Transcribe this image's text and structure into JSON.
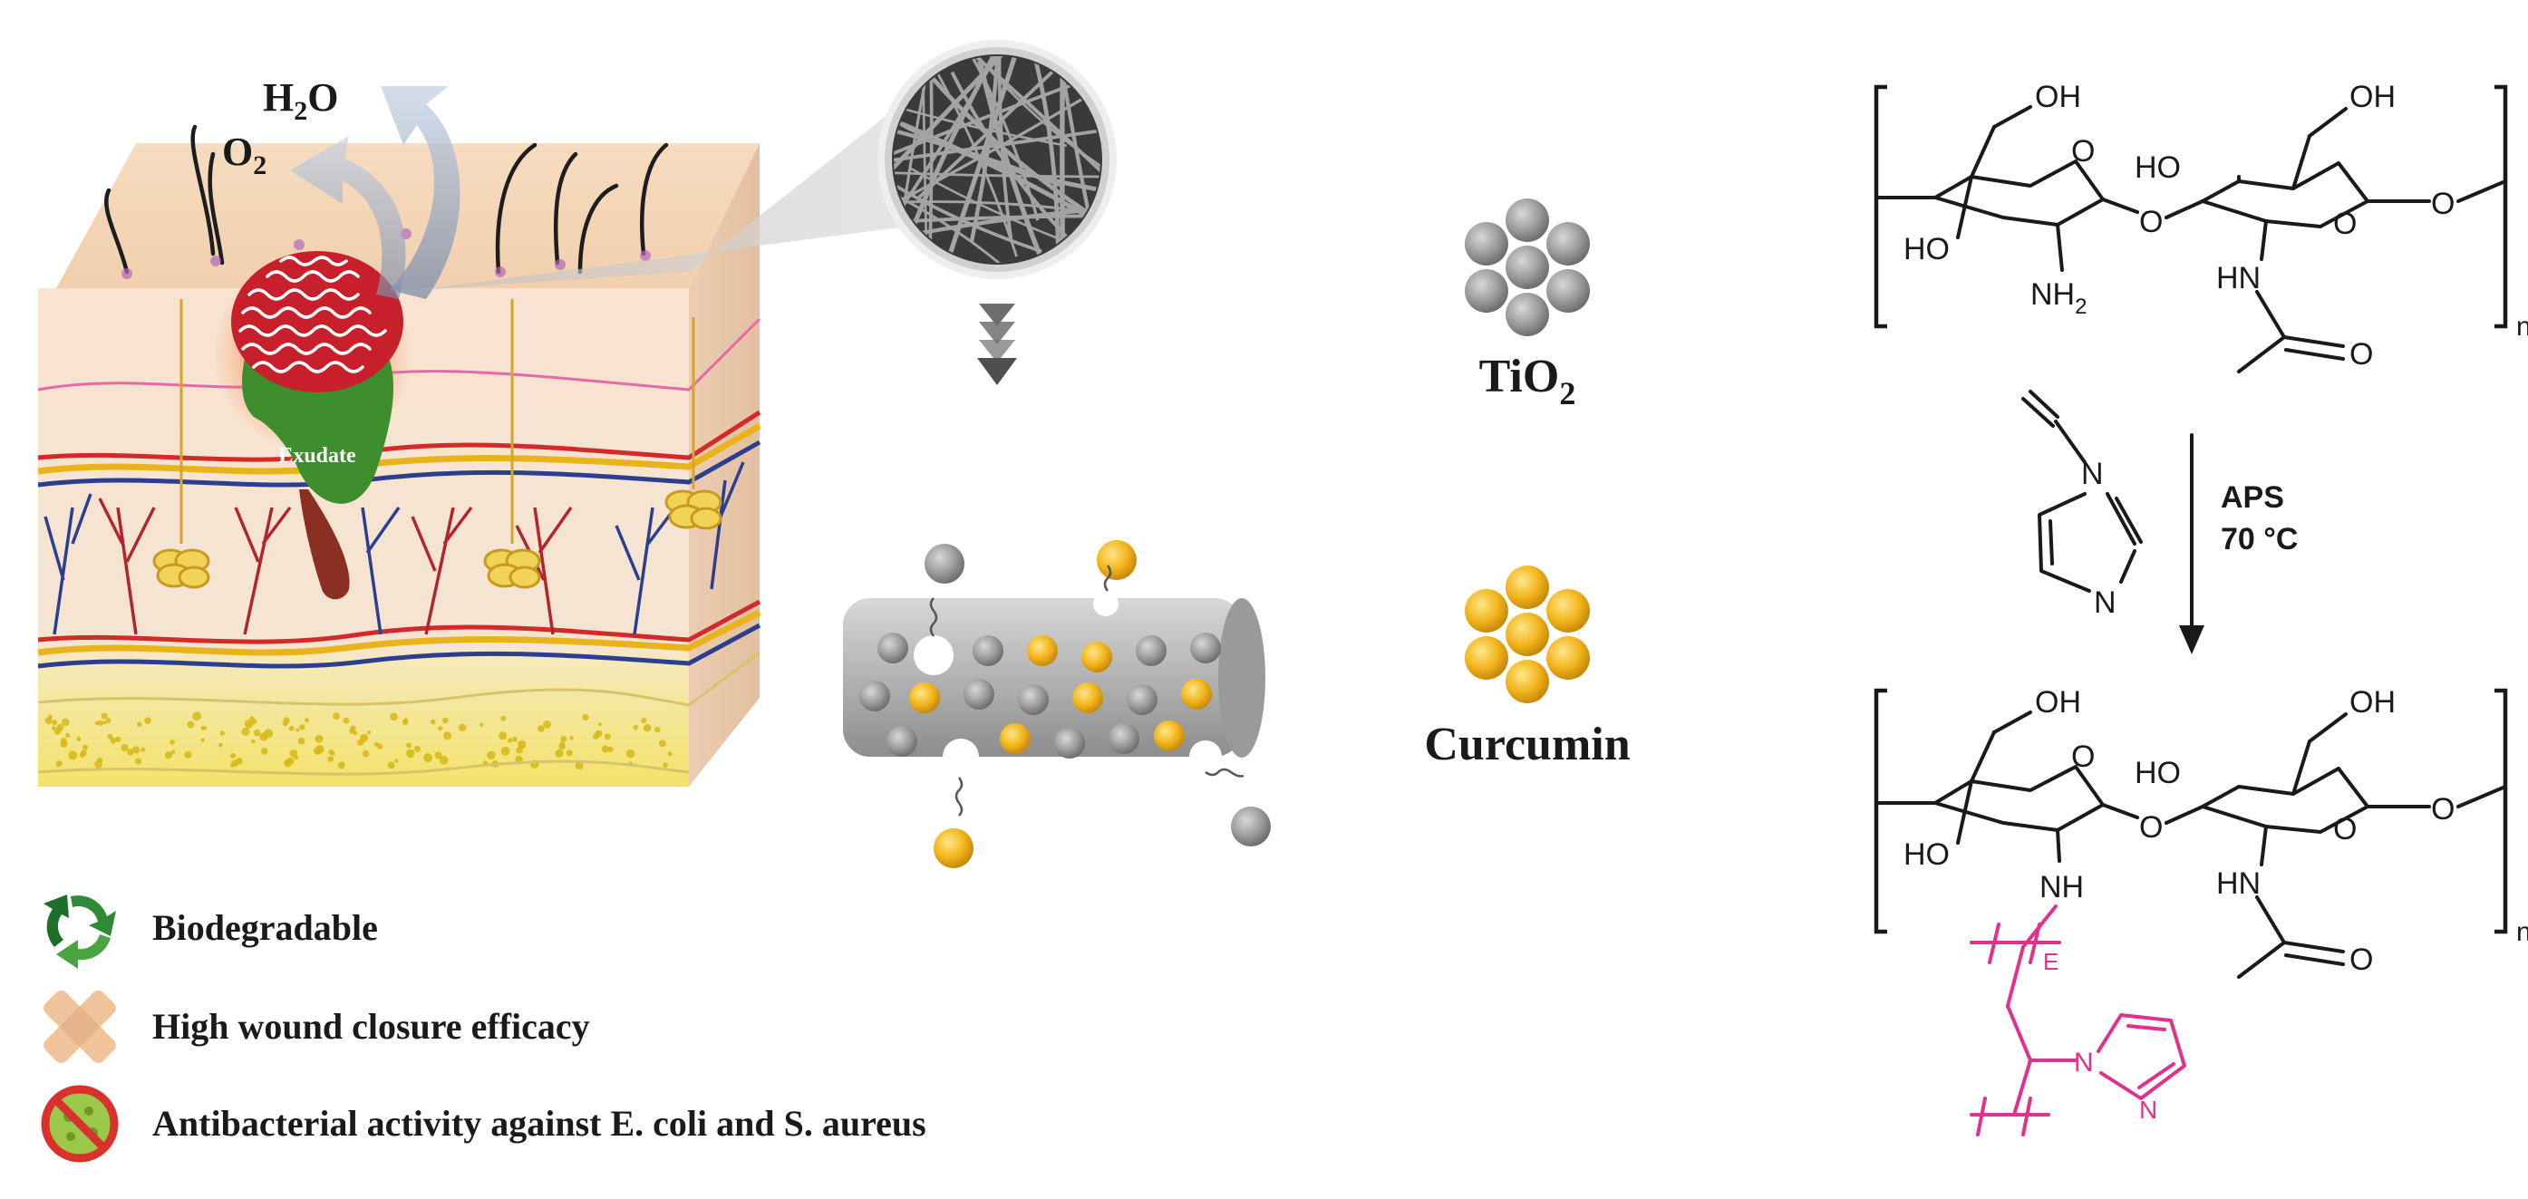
{
  "skin": {
    "h2o_label": "H",
    "h2o_sub": "2",
    "h2o_tail": "O",
    "o2_label": "O",
    "o2_sub": "2",
    "exudate_label": "Exudate"
  },
  "particles": {
    "tio2_label": "TiO",
    "tio2_sub": "2",
    "curcumin_label": "Curcumin",
    "tio2_color": "#9a9a9a",
    "curcumin_color": "#e8b21b"
  },
  "legend": {
    "items": [
      {
        "label": "Biodegradable",
        "icon": "recycle-icon"
      },
      {
        "label": "High wound closure efficacy",
        "icon": "cross-bandage-icon"
      },
      {
        "label": "Antibacterial activity against E. coli and S. aureus",
        "icon": "no-bacteria-icon"
      }
    ]
  },
  "chemistry": {
    "top": {
      "oh1": "OH",
      "oh2": "OH",
      "ho1": "HO",
      "ho2": "HO",
      "o_ring1": "O",
      "o_ring2": "O",
      "o_link": "O",
      "o_end": "O",
      "nh2": "NH",
      "nh2_sub": "2",
      "hn": "HN",
      "o_carbonyl": "O",
      "n_sub": "n"
    },
    "reaction": {
      "reagent_line1": "APS",
      "reagent_line2": "70 °C",
      "n1": "N",
      "n2": "N"
    },
    "bottom": {
      "oh1": "OH",
      "oh2": "OH",
      "ho1": "HO",
      "ho2": "HO",
      "o_ring1": "O",
      "o_ring2": "O",
      "o_link": "O",
      "o_end": "O",
      "nh": "NH",
      "hn": "HN",
      "o_carbonyl": "O",
      "n_sub": "n",
      "e_label": "E",
      "n_ring": "N",
      "n_ring2": "N"
    }
  },
  "colors": {
    "accent_pink": "#e0328c",
    "wound_red": "#c0202a",
    "exudate_green": "#3e8e2e"
  }
}
